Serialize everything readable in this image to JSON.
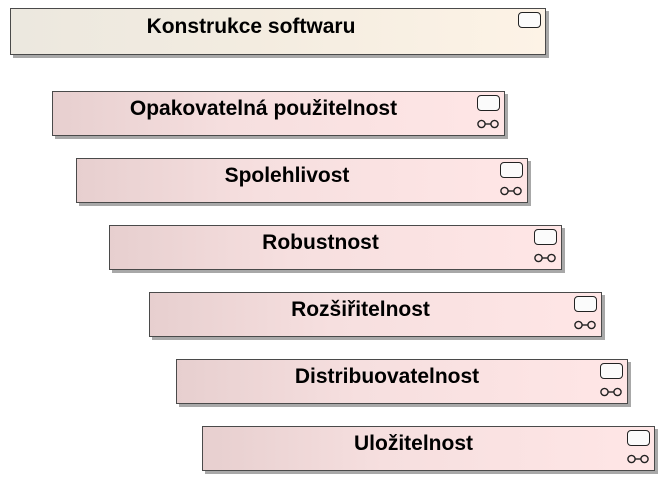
{
  "diagram": {
    "root": {
      "label": "Konstrukce softwaru",
      "icon": "requirement-icon"
    },
    "children": [
      {
        "label": "Opakovatelná použitelnost",
        "icons": [
          "requirement-icon",
          "link-icon"
        ]
      },
      {
        "label": "Spolehlivost",
        "icons": [
          "requirement-icon",
          "link-icon"
        ]
      },
      {
        "label": "Robustnost",
        "icons": [
          "requirement-icon",
          "link-icon"
        ]
      },
      {
        "label": "Rozšiřitelnost",
        "icons": [
          "requirement-icon",
          "link-icon"
        ]
      },
      {
        "label": "Distribuovatelnost",
        "icons": [
          "requirement-icon",
          "link-icon"
        ]
      },
      {
        "label": "Uložitelnost",
        "icons": [
          "requirement-icon",
          "link-icon"
        ]
      }
    ],
    "colors": {
      "root_fill": "#f3ece0",
      "child_fill": "#f6dfdf",
      "border": "#4a4a4a",
      "shadow": "#a8a8a8"
    }
  }
}
